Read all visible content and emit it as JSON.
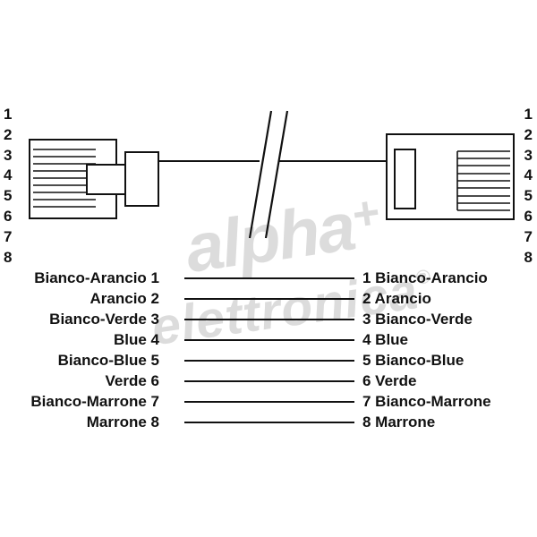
{
  "diagram": {
    "left_pins": [
      "1",
      "2",
      "3",
      "4",
      "5",
      "6",
      "7",
      "8"
    ],
    "right_pins": [
      "1",
      "2",
      "3",
      "4",
      "5",
      "6",
      "7",
      "8"
    ]
  },
  "table": {
    "rows": [
      {
        "left": "Bianco-Arancio 1",
        "right": "1 Bianco-Arancio"
      },
      {
        "left": "Arancio 2",
        "right": "2 Arancio"
      },
      {
        "left": "Bianco-Verde 3",
        "right": "3 Bianco-Verde"
      },
      {
        "left": "Blue 4",
        "right": "4 Blue"
      },
      {
        "left": "Bianco-Blue 5",
        "right": "5 Bianco-Blue"
      },
      {
        "left": "Verde 6",
        "right": "6 Verde"
      },
      {
        "left": "Bianco-Marrone 7",
        "right": "7 Bianco-Marrone"
      },
      {
        "left": "Marrone 8",
        "right": "8 Marrone"
      }
    ]
  },
  "watermark": {
    "line1": "alpha",
    "plus": "+",
    "line2": "elettronica",
    "registered": "®"
  },
  "colors": {
    "line": "#111111",
    "watermark": "#dcdcdc",
    "background": "#ffffff"
  }
}
